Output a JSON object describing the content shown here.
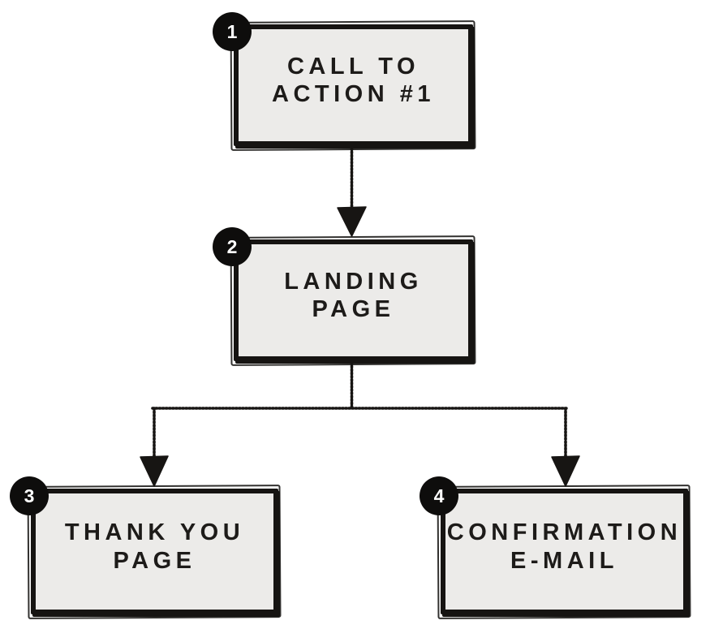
{
  "diagram": {
    "type": "flowchart",
    "style": "hand-drawn sketch",
    "nodes": [
      {
        "badge": "1",
        "line1": "CALL TO",
        "line2": "ACTION #1"
      },
      {
        "badge": "2",
        "line1": "LANDING",
        "line2": "PAGE"
      },
      {
        "badge": "3",
        "line1": "THANK YOU",
        "line2": "PAGE"
      },
      {
        "badge": "4",
        "line1": "CONFIRMATION",
        "line2": "E-MAIL"
      }
    ],
    "edges": [
      {
        "from": "CALL TO ACTION #1",
        "to": "LANDING PAGE"
      },
      {
        "from": "LANDING PAGE",
        "to": "THANK YOU PAGE"
      },
      {
        "from": "LANDING PAGE",
        "to": "CONFIRMATION E-MAIL"
      }
    ],
    "colors": {
      "background": "#ffffff",
      "box_fill": "#ecebe9",
      "ink": "#161412",
      "badge_bg": "#0e0d0c",
      "badge_text": "#ffffff"
    }
  }
}
